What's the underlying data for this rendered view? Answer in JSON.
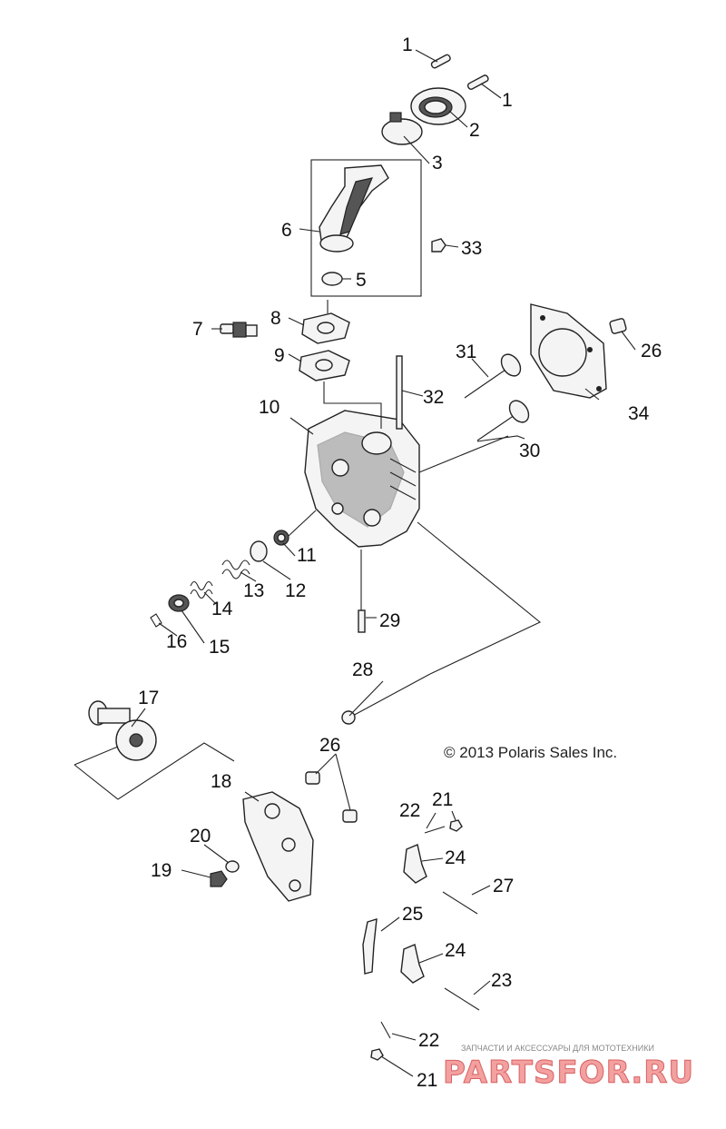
{
  "callouts": {
    "c1a": "1",
    "c1b": "1",
    "c2": "2",
    "c3": "3",
    "c5": "5",
    "c6": "6",
    "c7": "7",
    "c8": "8",
    "c9": "9",
    "c10": "10",
    "c11": "11",
    "c12": "12",
    "c13": "13",
    "c14": "14",
    "c15": "15",
    "c16": "16",
    "c17": "17",
    "c18": "18",
    "c19": "19",
    "c20": "20",
    "c21a": "21",
    "c21b": "21",
    "c22a": "22",
    "c22b": "22",
    "c23": "23",
    "c24a": "24",
    "c24b": "24",
    "c25": "25",
    "c26a": "26",
    "c26b": "26",
    "c27": "27",
    "c28": "28",
    "c29": "29",
    "c30": "30",
    "c31": "31",
    "c32": "32",
    "c33": "33",
    "c34": "34"
  },
  "copyright": "© 2013 Polaris Sales Inc.",
  "watermark": {
    "tagline": "ЗАПЧАСТИ И АКСЕССУАРЫ ДЛЯ МОТОТЕХНИКИ",
    "brand": "PARTSFOR.RU"
  }
}
